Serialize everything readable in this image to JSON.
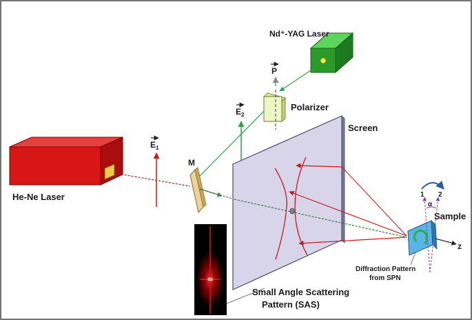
{
  "labels": {
    "ndyag": "Nd⁺-YAG Laser",
    "polarizer": "Polarizer",
    "p_vector": "P",
    "e1": "E",
    "e1_sub": "1",
    "e2": "E",
    "e2_sub": "2",
    "screen": "Screen",
    "mirror": "M",
    "hene": "He-Ne Laser",
    "sample": "Sample",
    "z_axis": "z",
    "alpha": "α",
    "pos1": "1",
    "pos2": "2",
    "diffraction_line1": "Diffraction Pattern",
    "diffraction_line2": "from SPN",
    "sas_line1": "Small Angle Scattering",
    "sas_line2": "Pattern (SAS)"
  },
  "colors": {
    "hene_body": "#d91616",
    "ndyag_body": "#2a9a2a",
    "screen_face": "#d8d4ea",
    "polarizer": "#eef7c4",
    "mirror": "#ead49a",
    "sample": "#5ab4e6",
    "beam_red": "#c81818",
    "beam_green": "#2aa04a"
  }
}
